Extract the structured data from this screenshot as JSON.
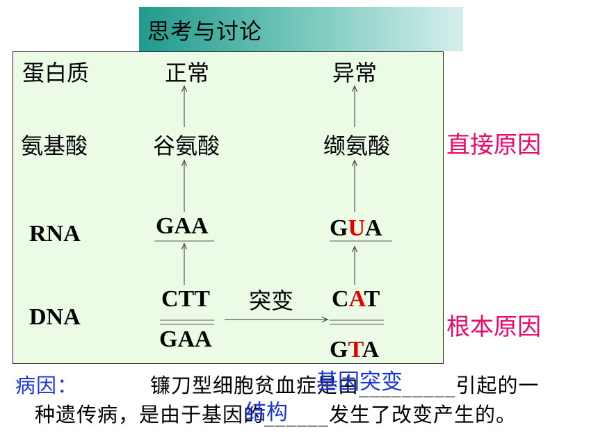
{
  "title": "思考与讨论",
  "rows": {
    "protein": {
      "label": "蛋白质",
      "normal": "正常",
      "abnormal": "异常"
    },
    "amino_acid": {
      "label": "氨基酸",
      "normal": "谷氨酸",
      "abnormal": "缬氨酸"
    },
    "rna": {
      "label": "RNA",
      "normal": "GAA",
      "abnormal_pre": "G",
      "abnormal_mut": "U",
      "abnormal_post": "A"
    },
    "dna": {
      "label": "DNA",
      "normal_top": "CTT",
      "normal_bottom": "GAA",
      "abnormal_top_pre": "C",
      "abnormal_top_mut": "A",
      "abnormal_top_post": "T",
      "abnormal_bottom_pre": "G",
      "abnormal_bottom_mut": "T",
      "abnormal_bottom_post": "A"
    }
  },
  "mutation_label": "突变",
  "direct_cause": "直接原因",
  "root_cause": "根本原因",
  "bottom_text": {
    "cause_label": "病因：",
    "line1_a": "镰刀型细胞贫血症是由",
    "line1_blank": "_________",
    "line1_b": "引起的一",
    "line2_a": "种遗传病，是由于基因的",
    "line2_blank": "______",
    "line2_b": "发生了改变产生的。",
    "answer1": "基因突变",
    "answer2": "结构"
  },
  "colors": {
    "accent_pink": "#ea0a6a",
    "answer_blue": "#1b35d6",
    "mutation_red": "#e00000",
    "panel_bg": "#ecfbe6"
  }
}
